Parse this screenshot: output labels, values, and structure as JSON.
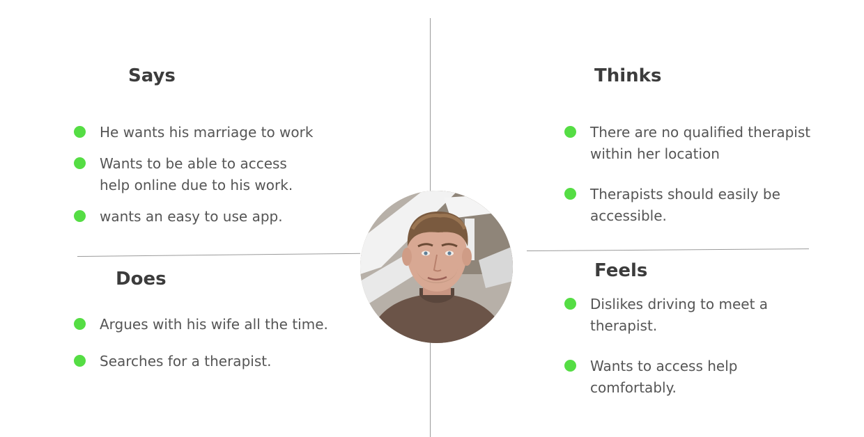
{
  "quadrants": {
    "says": {
      "title": "Says",
      "items": [
        "He wants his marriage to work",
        "Wants to be able to access help online due to his work.",
        "wants an easy to use app."
      ]
    },
    "thinks": {
      "title": "Thinks",
      "items": [
        "There are no qualified therapist within her location",
        "Therapists should easily be accessible."
      ]
    },
    "does": {
      "title": "Does",
      "items": [
        "Argues with his wife all the time.",
        "Searches for a therapist."
      ]
    },
    "feels": {
      "title": "Feels",
      "items": [
        "Dislikes driving to meet a therapist.",
        "Wants to access help comfortably."
      ]
    }
  },
  "colors": {
    "bullet": "#55dd44",
    "title": "#3c3c3c",
    "text": "#555555",
    "divider": "#9a9a9a"
  },
  "icons": {
    "bullet": "green-dot-icon"
  }
}
